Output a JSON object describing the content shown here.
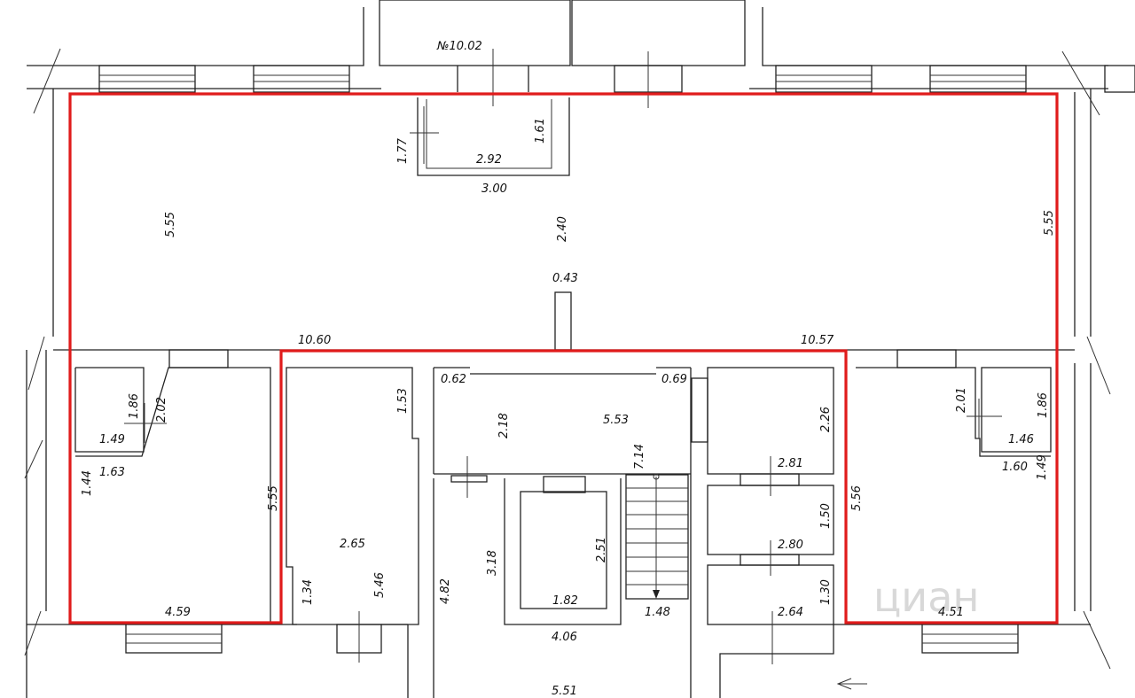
{
  "plan": {
    "unit_number": "№10.02",
    "dimensions": {
      "d_555_left": "5.55",
      "d_240": "2.40",
      "d_555_right": "5.55",
      "d_043": "0.43",
      "d_1060": "10.60",
      "d_1057": "10.57",
      "d_177": "1.77",
      "d_292": "2.92",
      "d_161": "1.61",
      "d_300": "3.00",
      "d_186_left": "1.86",
      "d_202": "2.02",
      "d_149": "1.49",
      "d_163": "1.63",
      "d_144": "1.44",
      "d_555_mid": "5.55",
      "d_459": "4.59",
      "d_153": "1.53",
      "d_265": "2.65",
      "d_134": "1.34",
      "d_546": "5.46",
      "d_062": "0.62",
      "d_069": "0.69",
      "d_218": "2.18",
      "d_553": "5.53",
      "d_714": "7.14",
      "d_318": "3.18",
      "d_251": "2.51",
      "d_182": "1.82",
      "d_148": "1.48",
      "d_406": "4.06",
      "d_482": "4.82",
      "d_551": "5.51",
      "d_226": "2.26",
      "d_281": "2.81",
      "d_150": "1.50",
      "d_280": "2.80",
      "d_130": "1.30",
      "d_264": "2.64",
      "d_556": "5.56",
      "d_201": "2.01",
      "d_186_right": "1.86",
      "d_146": "1.46",
      "d_160": "1.60",
      "d_149b": "1.49",
      "d_451": "4.51"
    }
  },
  "watermark": "циан",
  "colors": {
    "outline": "#e01b1b",
    "walls": "#222222"
  }
}
